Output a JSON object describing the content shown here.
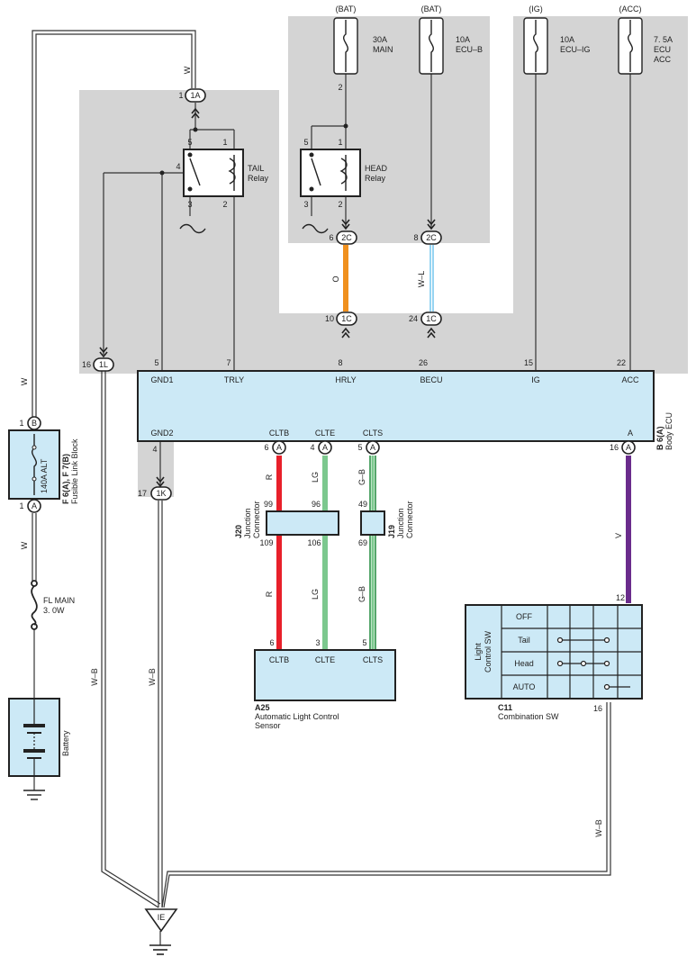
{
  "sources": {
    "bat1": "(BAT)",
    "bat2": "(BAT)",
    "ig": "(IG)",
    "acc": "(ACC)"
  },
  "fuses": {
    "main": [
      "30A",
      "MAIN"
    ],
    "ecub": [
      "10A",
      "ECU–B"
    ],
    "ecuig": [
      "10A",
      "ECU–IG"
    ],
    "ecuacc": [
      "7. 5A",
      "ECU",
      "ACC"
    ],
    "alt": "140A ALT",
    "fl_main": [
      "FL MAIN",
      "3. 0W"
    ]
  },
  "relays": {
    "tail": [
      "TAIL",
      "Relay"
    ],
    "head": [
      "HEAD",
      "Relay"
    ]
  },
  "connectors": {
    "c1a": "1A",
    "c2c_top": "2C",
    "c2c_right": "2C",
    "c1c_left": "1C",
    "c1c_right": "1C",
    "c1l": "1L",
    "c1k": "1K",
    "c_a": "A",
    "c_b": "B"
  },
  "pins": {
    "p1a": "1",
    "tail5": "5",
    "tail1": "1",
    "tail4": "4",
    "tail3": "3",
    "tail2": "2",
    "main2": "2",
    "head5": "5",
    "head1": "1",
    "head3": "3",
    "head2": "2",
    "p2c_left": "6",
    "p2c_right": "8",
    "p1c_left": "10",
    "p1c_right": "24",
    "p1l": "16",
    "gnd1": "5",
    "trly": "7",
    "hrly": "8",
    "becu": "26",
    "ig": "15",
    "acc": "22",
    "gnd2": "4",
    "cltb": "6",
    "clte": "4",
    "clts": "5",
    "a": "16",
    "p1k": "17",
    "fuse_b": "1",
    "fuse_a": "1",
    "j20_99": "99",
    "j20_96": "96",
    "j20_109": "109",
    "j20_106": "106",
    "j19_49": "49",
    "j19_69": "69",
    "sens6": "6",
    "sens3": "3",
    "sens5": "5",
    "sw12": "12",
    "sw16": "16"
  },
  "wires": {
    "w_top": "W",
    "w_mid": "W",
    "w_low": "W",
    "o": "O",
    "wl": "W–L",
    "r1": "R",
    "lg1": "LG",
    "gb1": "G–B",
    "r2": "R",
    "lg2": "LG",
    "gb2": "G–B",
    "v": "V",
    "wb1": "W–B",
    "wb2": "W–B",
    "wb3": "W–B"
  },
  "ecu": {
    "top_terms": [
      "GND1",
      "TRLY",
      "HRLY",
      "BECU",
      "IG",
      "ACC"
    ],
    "bottom_terms": [
      "GND2",
      "CLTB",
      "CLTE",
      "CLTS",
      "A"
    ],
    "code": "B 6(A)",
    "name": "Body ECU"
  },
  "fusible_block": {
    "code": "F 6(A), F 7(B)",
    "name": "Fusible Link Block"
  },
  "battery": "Battery",
  "junctions": {
    "j20_code": "J20",
    "j20_name": [
      "Junction",
      "Connector"
    ],
    "j19_code": "J19",
    "j19_name": [
      "Junction",
      "Connector"
    ]
  },
  "sensor": {
    "terms": [
      "CLTB",
      "CLTE",
      "CLTS"
    ],
    "code": "A25",
    "name": [
      "Automatic Light Control",
      "Sensor"
    ]
  },
  "combination_sw": {
    "rows": [
      "OFF",
      "Tail",
      "Head",
      "AUTO"
    ],
    "vertical_label": [
      "Light",
      "Control SW"
    ],
    "code": "C11",
    "name": "Combination SW"
  },
  "ground": "IE",
  "colors": {
    "box_fill": "#cce9f6",
    "shade": "#d4d4d4",
    "orange": "#f0901e",
    "red": "#e8202a",
    "green": "#7cc88e",
    "dark_green": "#1e8a3c",
    "violet": "#6a2c8c",
    "light_blue": "#4fb8e8"
  }
}
